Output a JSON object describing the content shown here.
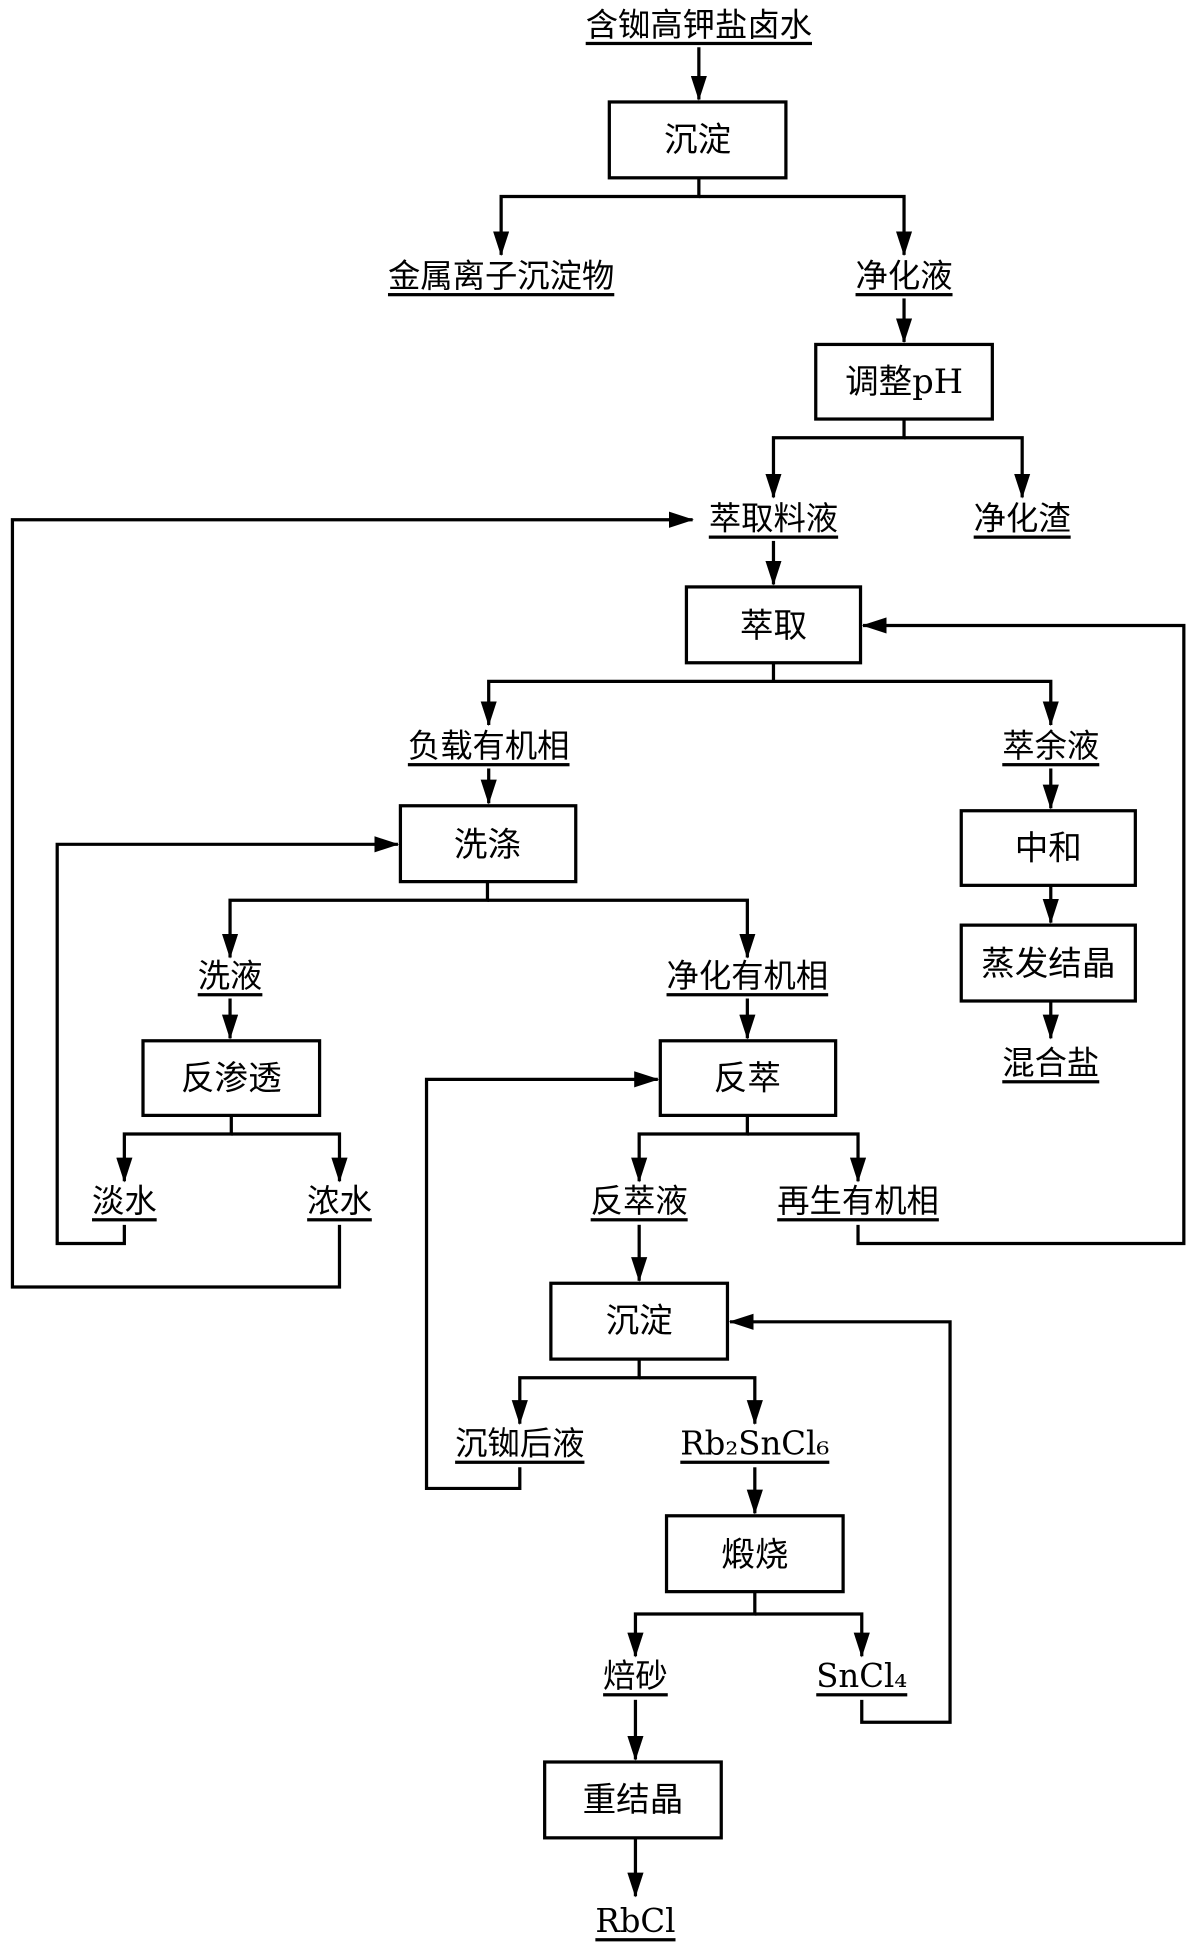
{
  "diagram": {
    "source": "含铷高钾盐卤水",
    "steps": {
      "precipitation_1": "沉淀",
      "adjust_ph": "调整pH",
      "extraction": "萃取",
      "washing": "洗涤",
      "reverse_osmosis": "反渗透",
      "stripping": "反萃",
      "precipitation_2": "沉淀",
      "calcination": "煅烧",
      "recrystallization": "重结晶",
      "neutralization": "中和",
      "evaporative_crystallization": "蒸发结晶"
    },
    "materials": {
      "metal_ion_precipitate": "金属离子沉淀物",
      "purified_liquid": "净化液",
      "extraction_feed": "萃取料液",
      "purification_residue": "净化渣",
      "loaded_organic": "负载有机相",
      "raffinate": "萃余液",
      "wash_liquid": "洗液",
      "purified_organic": "净化有机相",
      "fresh_water": "淡水",
      "concentrated_water": "浓水",
      "strip_liquor": "反萃液",
      "regenerated_organic": "再生有机相",
      "post_rb_liquor": "沉铷后液",
      "rb2sncl6": "Rb₂SnCl₆",
      "calcine": "焙砂",
      "sncl4": "SnCl₄",
      "product": "RbCl",
      "mixed_salt": "混合盐"
    }
  },
  "colors": {
    "stroke": "#000000",
    "background": "#ffffff"
  }
}
